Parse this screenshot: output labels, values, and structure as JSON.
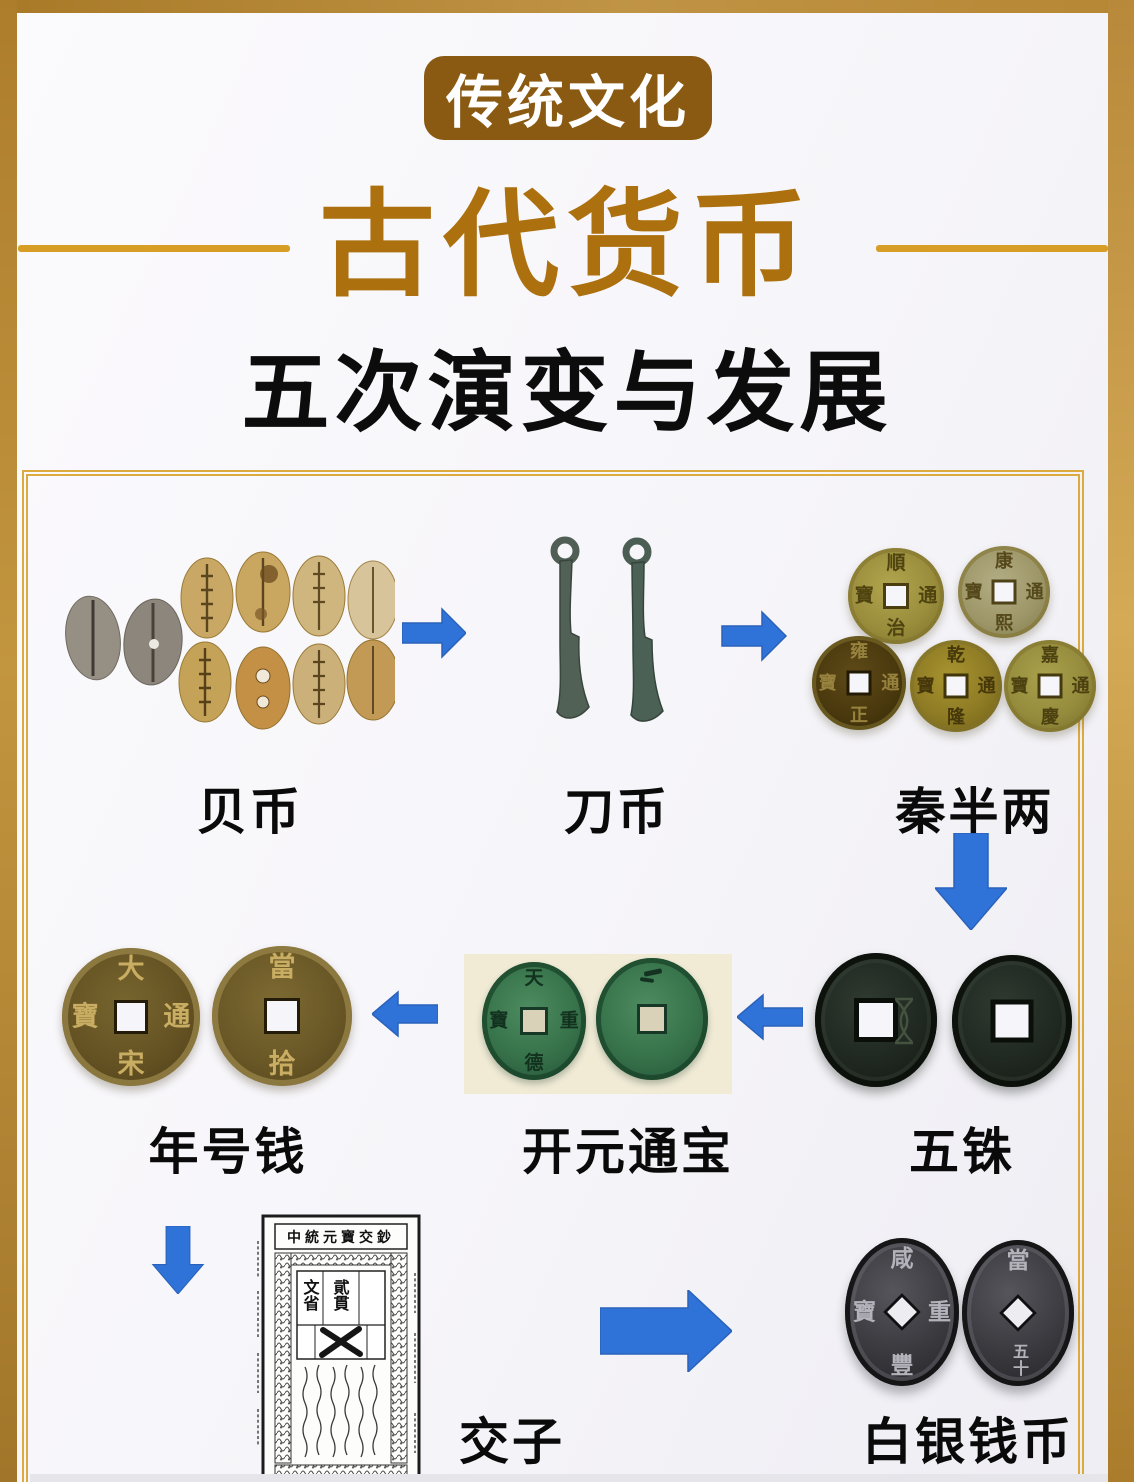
{
  "page": {
    "badge": "传统文化",
    "title": "古代货币",
    "subtitle": "五次演变与发展",
    "colors": {
      "frame_gold": "#b8893a",
      "badge_brown": "#8a5a12",
      "title_orange": "#ac700e",
      "divider_gold": "#d89d24",
      "content_border_gold": "#dcab40",
      "arrow_blue": "#2f72d8",
      "label_black": "#0a0a0a"
    }
  },
  "stages": {
    "beibi": {
      "label": "贝币",
      "item": "cowrie-shells",
      "shells_count": 10
    },
    "daobi": {
      "label": "刀币",
      "item": "knife-coins",
      "knives_count": 2
    },
    "qinbanliang": {
      "label": "秦半两",
      "coins": [
        {
          "top": "順",
          "bottom": "治",
          "right": "通",
          "left": "寶"
        },
        {
          "top": "康",
          "bottom": "熙",
          "right": "通",
          "left": "寶"
        },
        {
          "top": "雍",
          "bottom": "正",
          "right": "通",
          "left": "寶"
        },
        {
          "top": "乾",
          "bottom": "隆",
          "right": "通",
          "left": "寶"
        },
        {
          "top": "嘉",
          "bottom": "慶",
          "right": "通",
          "left": "寶"
        }
      ]
    },
    "wuzhu": {
      "label": "五铢",
      "coins_count": 2
    },
    "kaiyuan": {
      "label": "开元通宝",
      "coin1": {
        "top": "天",
        "right": "重",
        "bottom": "德",
        "left": "寶"
      }
    },
    "nianhao": {
      "label": "年号钱",
      "coin1": {
        "top": "大",
        "right": "通",
        "bottom": "宋",
        "left": "寶"
      },
      "coin2": {
        "top": "當",
        "bottom": "拾"
      }
    },
    "jiaozi": {
      "label": "交子",
      "banner": "中統元寶交鈔",
      "denomination_right": "貮貫",
      "denomination_left": "文省"
    },
    "baiyin": {
      "label": "白银钱币",
      "coin1": {
        "top": "咸",
        "right": "重",
        "bottom": "豐",
        "left": "寶"
      },
      "coin2": {
        "top": "當",
        "bottom": "五十"
      }
    }
  },
  "arrows": [
    {
      "name": "beibi-to-daobi",
      "direction": "right"
    },
    {
      "name": "daobi-to-qinbanliang",
      "direction": "right"
    },
    {
      "name": "qinbanliang-to-wuzhu",
      "direction": "down"
    },
    {
      "name": "wuzhu-to-kaiyuan",
      "direction": "left"
    },
    {
      "name": "kaiyuan-to-nianhao",
      "direction": "left"
    },
    {
      "name": "nianhao-to-jiaozi",
      "direction": "down"
    },
    {
      "name": "jiaozi-to-baiyin",
      "direction": "right"
    }
  ]
}
